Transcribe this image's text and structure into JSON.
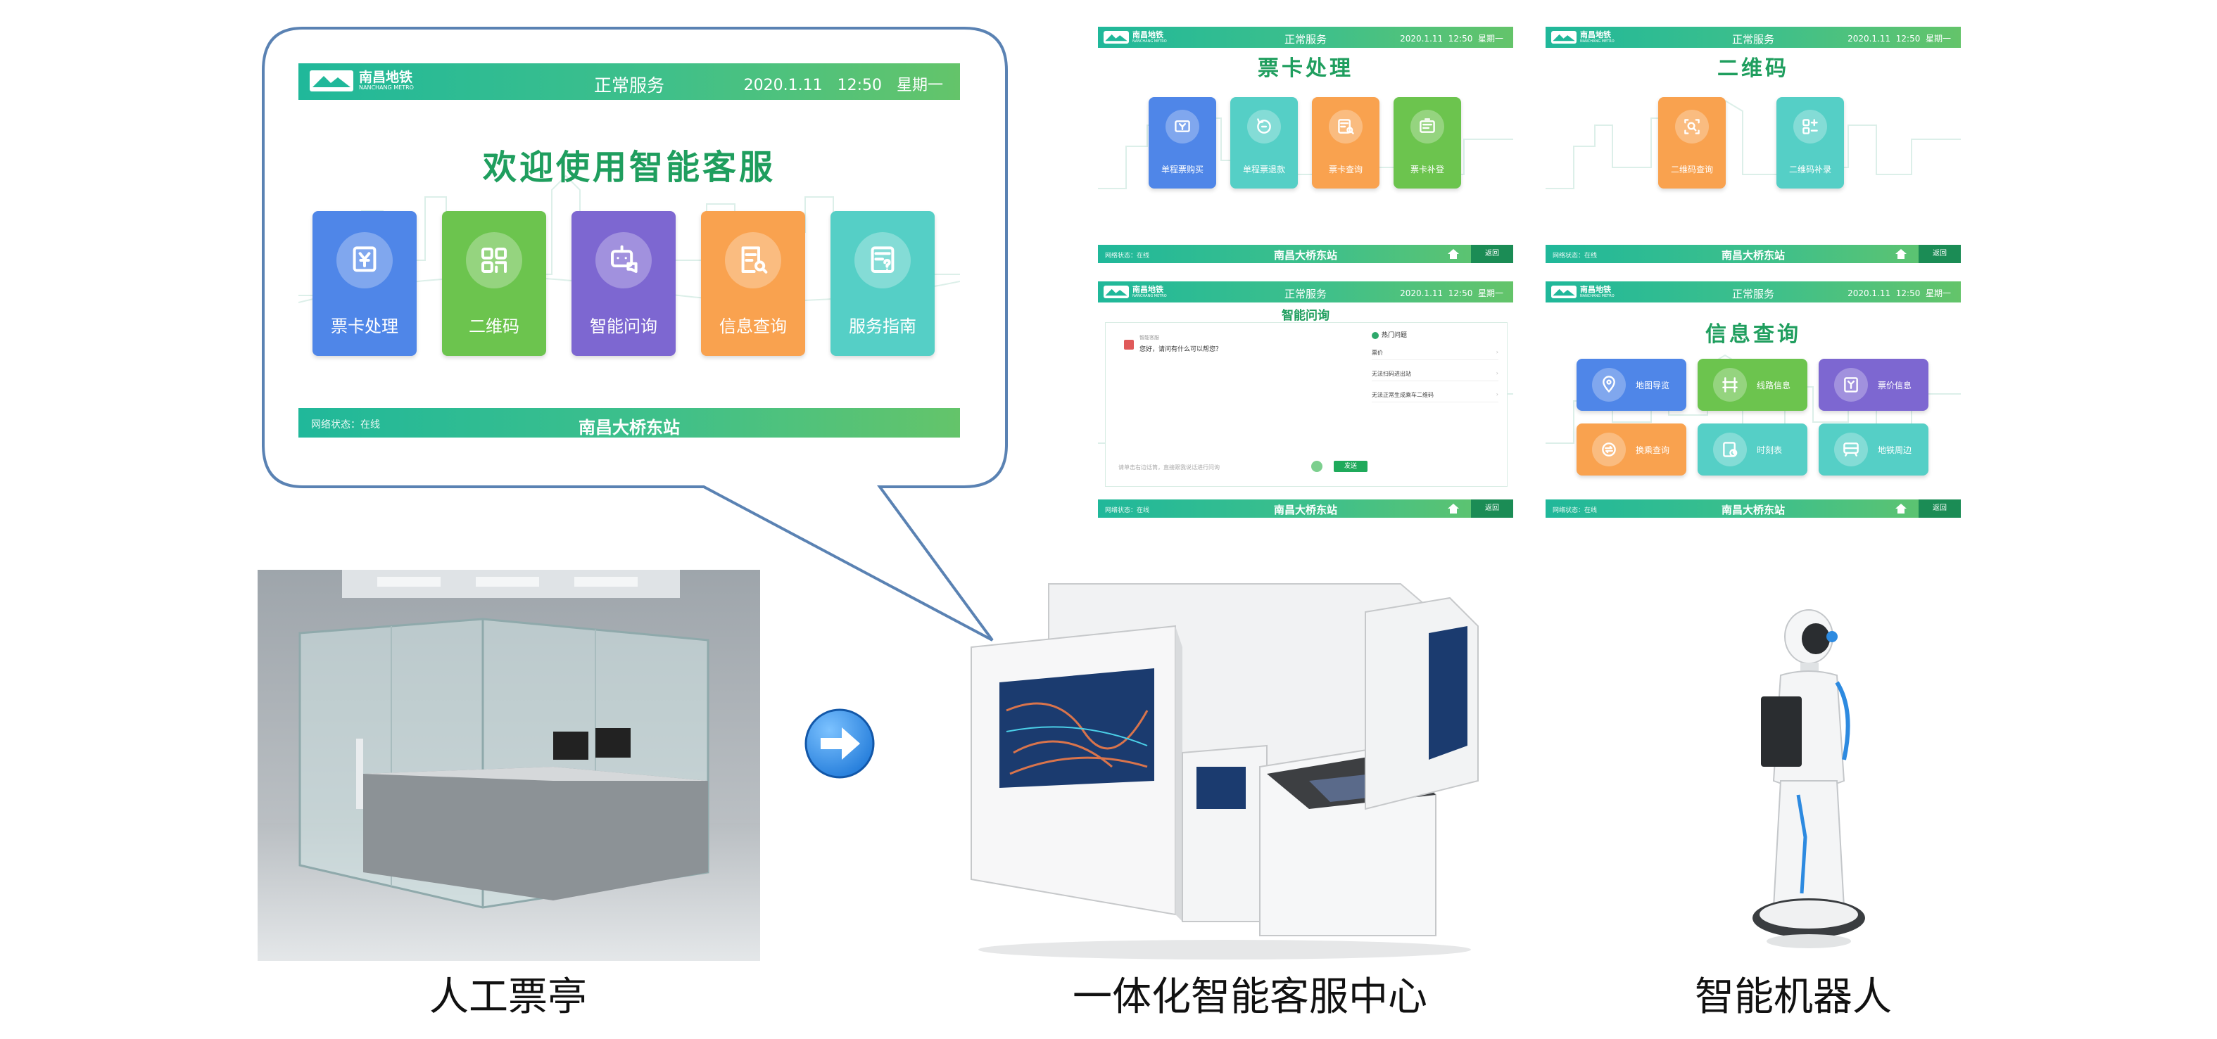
{
  "kiosk": {
    "logo_text": "南昌地铁",
    "logo_sub": "NANCHANG METRO",
    "status": "正常服务",
    "date": "2020.1.11",
    "time": "12:50",
    "weekday": "星期一",
    "network_status": "网络状态：在线",
    "station": "南昌大桥东站",
    "back_label": "返回"
  },
  "main_screen": {
    "title": "欢迎使用智能客服",
    "tiles": [
      {
        "label": "票卡处理",
        "icon": "ticket-yen-icon",
        "color": "blue"
      },
      {
        "label": "二维码",
        "icon": "qr-code-icon",
        "color": "green"
      },
      {
        "label": "智能问询",
        "icon": "robot-chat-icon",
        "color": "purple"
      },
      {
        "label": "信息查询",
        "icon": "document-search-icon",
        "color": "orange"
      },
      {
        "label": "服务指南",
        "icon": "guide-question-icon",
        "color": "teal"
      }
    ]
  },
  "ticket_screen": {
    "title": "票卡处理",
    "tiles": [
      {
        "label": "单程票购买",
        "icon": "ticket-buy-icon",
        "color": "blue"
      },
      {
        "label": "单程票退款",
        "icon": "refund-icon",
        "color": "teal"
      },
      {
        "label": "票卡查询",
        "icon": "card-search-icon",
        "color": "orange"
      },
      {
        "label": "票卡补登",
        "icon": "card-register-icon",
        "color": "green"
      }
    ]
  },
  "qr_screen": {
    "title": "二维码",
    "tiles": [
      {
        "label": "二维码查询",
        "icon": "qr-search-icon",
        "color": "orange"
      },
      {
        "label": "二维码补录",
        "icon": "qr-add-icon",
        "color": "teal"
      }
    ]
  },
  "inquiry_screen": {
    "title": "智能问询",
    "bot_name": "智能客服",
    "greeting": "您好，请问有什么可以帮您？",
    "faq_title": "热门问题",
    "faq": [
      "票价",
      "无法扫码进出站",
      "无法正常生成乘车二维码"
    ],
    "input_placeholder": "请单击右边话筒，直接跟我说话进行问询",
    "send_label": "发送"
  },
  "info_screen": {
    "title": "信息查询",
    "tiles": [
      {
        "label": "地图导览",
        "icon": "map-pin-icon",
        "color": "blue"
      },
      {
        "label": "线路信息",
        "icon": "route-icon",
        "color": "green"
      },
      {
        "label": "票价信息",
        "icon": "fare-icon",
        "color": "purple"
      },
      {
        "label": "换乘查询",
        "icon": "transfer-icon",
        "color": "orange"
      },
      {
        "label": "时刻表",
        "icon": "timetable-icon",
        "color": "teal"
      },
      {
        "label": "地铁周边",
        "icon": "metro-nearby-icon",
        "color": "teal"
      }
    ]
  },
  "captions": {
    "booth": "人工票亭",
    "center": "一体化智能客服中心",
    "robot": "智能机器人"
  },
  "colors": {
    "header_green": "#20b89a",
    "title_green": "#1f9e5e",
    "bubble_border": "#5a82b3",
    "arrow_blue": "#1e78d8"
  }
}
